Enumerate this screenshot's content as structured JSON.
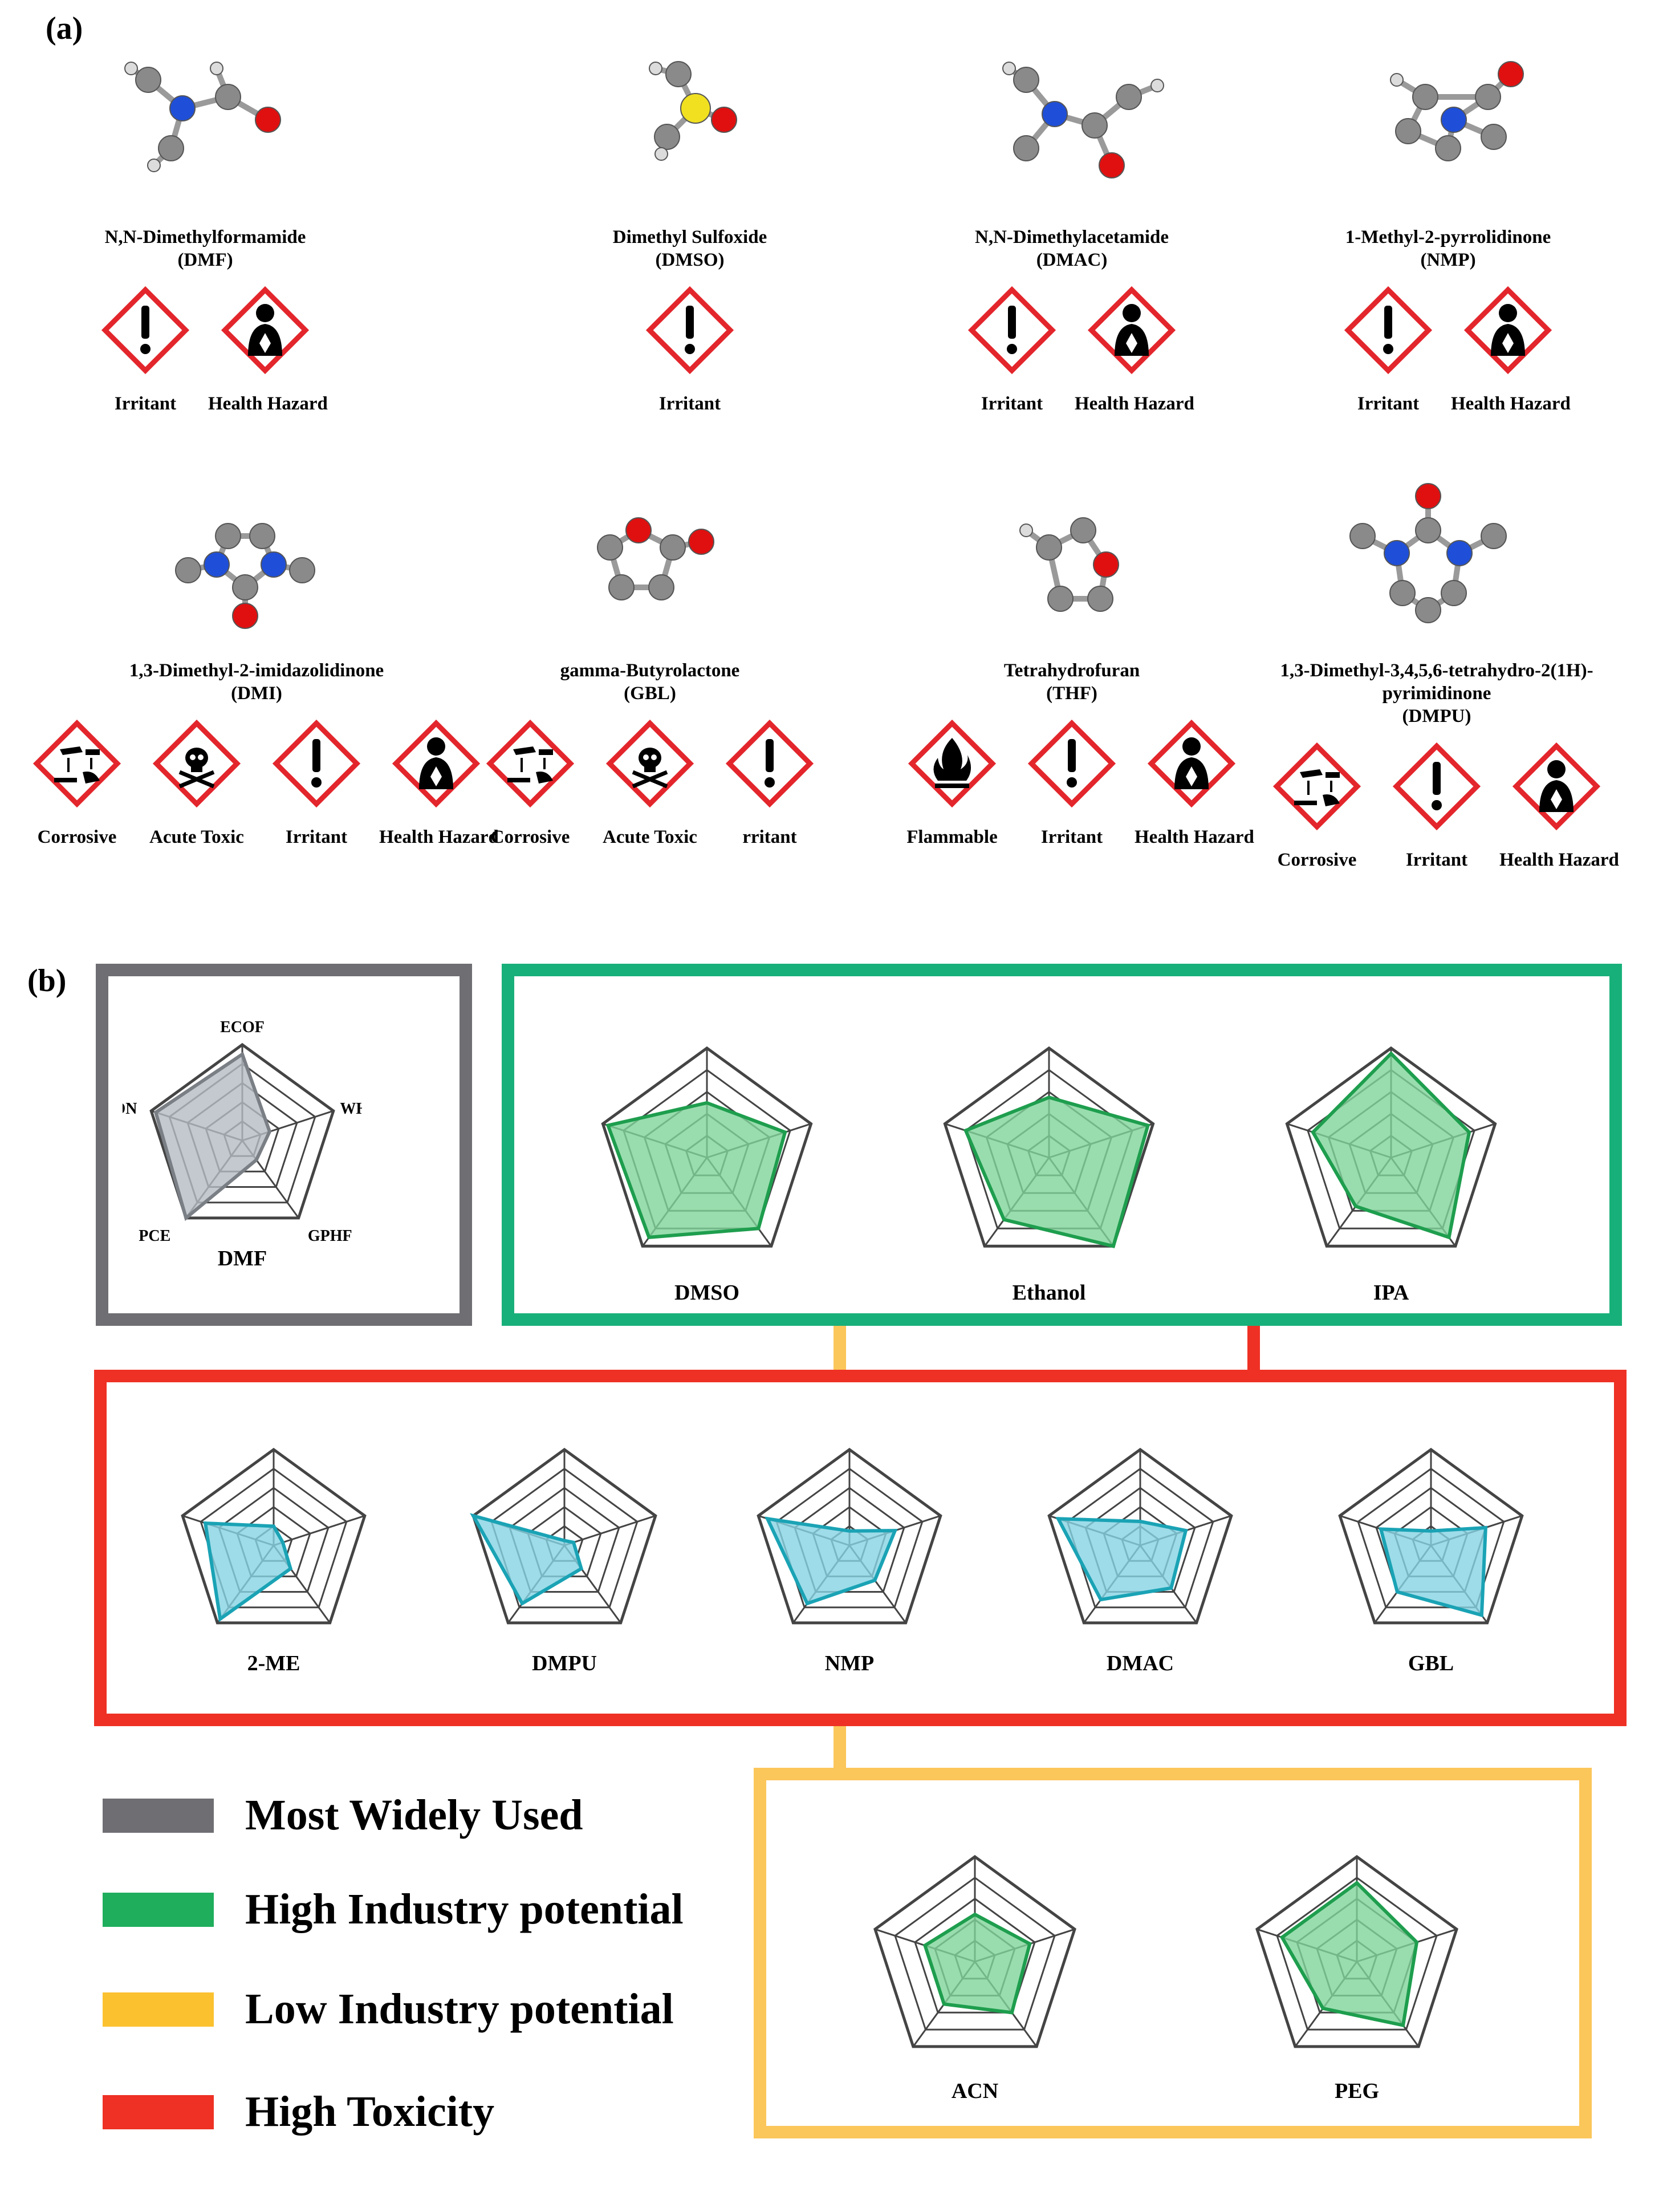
{
  "panel_a": {
    "label": "(a)",
    "molecules": [
      {
        "name": "N,N-Dimethylformamide",
        "abbr": "(DMF)",
        "hazards": [
          "Irritant",
          "Health Hazard"
        ],
        "hazard_icons": [
          "exclamation-icon",
          "health-hazard-icon"
        ]
      },
      {
        "name": "Dimethyl Sulfoxide",
        "abbr": "(DMSO)",
        "hazards": [
          "Irritant"
        ],
        "hazard_icons": [
          "exclamation-icon"
        ]
      },
      {
        "name": "N,N-Dimethylacetamide",
        "abbr": "(DMAC)",
        "hazards": [
          "Irritant",
          "Health Hazard"
        ],
        "hazard_icons": [
          "exclamation-icon",
          "health-hazard-icon"
        ]
      },
      {
        "name": "1-Methyl-2-pyrrolidinone",
        "abbr": "(NMP)",
        "hazards": [
          "Irritant",
          "Health Hazard"
        ],
        "hazard_icons": [
          "exclamation-icon",
          "health-hazard-icon"
        ]
      },
      {
        "name": "1,3-Dimethyl-2-imidazolidinone",
        "abbr": "(DMI)",
        "hazards": [
          "Corrosive",
          "Acute Toxic",
          "Irritant",
          "Health Hazard"
        ],
        "hazard_icons": [
          "corrosive-icon",
          "skull-icon",
          "exclamation-icon",
          "health-hazard-icon"
        ]
      },
      {
        "name": "gamma-Butyrolactone",
        "abbr": "(GBL)",
        "hazards": [
          "Corrosive",
          "Acute Toxic",
          "rritant"
        ],
        "hazard_icons": [
          "corrosive-icon",
          "skull-icon",
          "exclamation-icon"
        ]
      },
      {
        "name": "Tetrahydrofuran",
        "abbr": "(THF)",
        "hazards": [
          "Flammable",
          "Irritant",
          "Health Hazard"
        ],
        "hazard_icons": [
          "flame-icon",
          "exclamation-icon",
          "health-hazard-icon"
        ]
      },
      {
        "name": "1,3-Dimethyl-3,4,5,6-tetrahydro-2(1H)-pyrimidinone",
        "name_lines": [
          "1,3-Dimethyl-3,4,5,6-tetrahydro-2(1H)-",
          "pyrimidinone"
        ],
        "abbr": "(DMPU)",
        "hazards": [
          "Corrosive",
          "Irritant",
          "Health Hazard"
        ],
        "hazard_icons": [
          "corrosive-icon",
          "exclamation-icon",
          "health-hazard-icon"
        ]
      }
    ]
  },
  "panel_b": {
    "label": "(b)",
    "axes": [
      "ECOF",
      "WHF",
      "GPHF",
      "PCE",
      "DN"
    ],
    "colors": {
      "gray": "#6e6e73",
      "green": "#18b07a",
      "red": "#ee3124",
      "yellow": "#fbc65a",
      "fill_gray": "#b5bcc3",
      "fill_green": "#7fd49a",
      "fill_blue": "#86d3e3",
      "line_green": "#1e9e4e",
      "line_blue": "#1aa3b5"
    },
    "legend": [
      {
        "label": "Most Widely Used",
        "color": "#6e6e73"
      },
      {
        "label": "High Industry potential",
        "color": "#1fae5c"
      },
      {
        "label": "Low Industry potential",
        "color": "#fbc12f"
      },
      {
        "label": "High Toxicity",
        "color": "#ee3124"
      }
    ]
  },
  "chart_data": {
    "type": "radar",
    "axes": [
      "ECOF",
      "WHF",
      "GPHF",
      "PCE",
      "DN"
    ],
    "scale_max": 1,
    "groups": [
      {
        "group": "Most Widely Used",
        "solvents": [
          {
            "name": "DMF",
            "values": [
              0.9,
              0.3,
              0.25,
              1.0,
              0.95
            ]
          }
        ]
      },
      {
        "group": "High Industry potential",
        "solvents": [
          {
            "name": "DMSO",
            "values": [
              0.5,
              0.75,
              0.8,
              0.9,
              0.95
            ]
          },
          {
            "name": "Ethanol",
            "values": [
              0.55,
              0.95,
              1.0,
              0.7,
              0.8
            ]
          },
          {
            "name": "IPA",
            "values": [
              0.95,
              0.75,
              0.9,
              0.55,
              0.75
            ]
          }
        ]
      },
      {
        "group": "High Toxicity",
        "solvents": [
          {
            "name": "2-ME",
            "values": [
              0.2,
              0.1,
              0.3,
              0.95,
              0.75
            ]
          },
          {
            "name": "DMPU",
            "values": [
              0.05,
              0.1,
              0.3,
              0.75,
              1.0
            ]
          },
          {
            "name": "NMP",
            "values": [
              0.15,
              0.5,
              0.45,
              0.75,
              0.9
            ]
          },
          {
            "name": "DMAC",
            "values": [
              0.25,
              0.5,
              0.55,
              0.7,
              0.9
            ]
          },
          {
            "name": "GBL",
            "values": [
              0.15,
              0.6,
              0.9,
              0.6,
              0.55
            ]
          }
        ]
      },
      {
        "group": "Low Industry potential",
        "solvents": [
          {
            "name": "ACN",
            "values": [
              0.45,
              0.55,
              0.6,
              0.5,
              0.5
            ]
          },
          {
            "name": "PEG",
            "values": [
              0.75,
              0.6,
              0.75,
              0.55,
              0.75
            ]
          }
        ]
      }
    ]
  }
}
